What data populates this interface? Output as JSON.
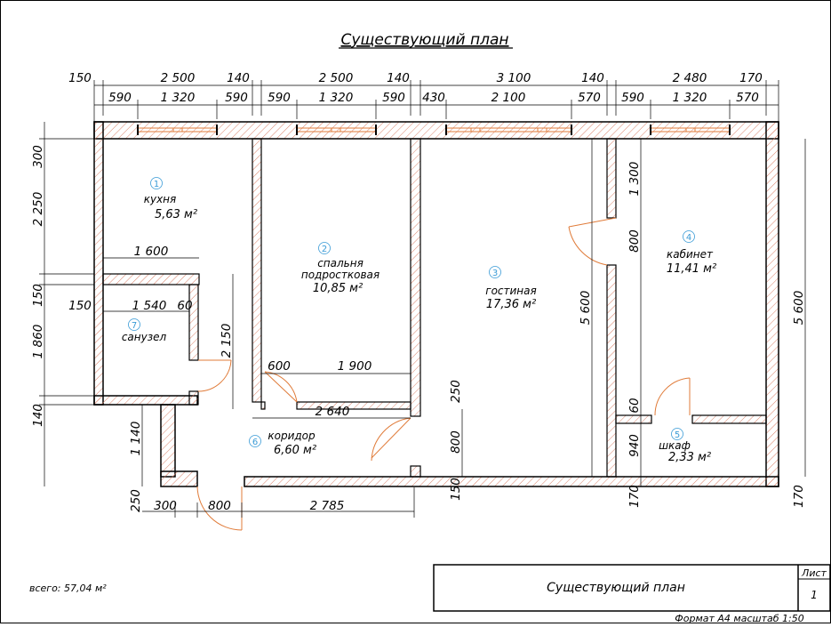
{
  "title": "Существующий план",
  "total_area": "всего: 57,04 м²",
  "stamp": {
    "title": "Существующий план",
    "sheet_label": "Лист",
    "sheet_number": "1",
    "footer": "Формат А4 масштаб 1:50"
  },
  "rooms": [
    {
      "number": "1",
      "name": "кухня",
      "area": "5,63 м²"
    },
    {
      "number": "2",
      "name": "спальня",
      "name2": "подростковая",
      "area": "10,85 м²"
    },
    {
      "number": "3",
      "name": "гостиная",
      "area": "17,36 м²"
    },
    {
      "number": "4",
      "name": "кабинет",
      "area": "11,41 м²"
    },
    {
      "number": "5",
      "name": "шкаф",
      "area": "2,33 м²"
    },
    {
      "number": "6",
      "name": "коридор",
      "area": "6,60 м²"
    },
    {
      "number": "7",
      "name": "санузел",
      "area": ""
    }
  ],
  "dims": {
    "top": [
      "150",
      "2 500",
      "140",
      "2 500",
      "140",
      "3 100",
      "140",
      "2 480",
      "170"
    ],
    "top2": [
      "590",
      "1 320",
      "590",
      "590",
      "1 320",
      "590",
      "430",
      "2 100",
      "570",
      "590",
      "1 320",
      "570"
    ],
    "left": [
      "300",
      "2 250",
      "150",
      "1 860",
      "140",
      "1 140",
      "250"
    ],
    "inner": {
      "kitchen_width": "1 600",
      "bath_w1": "150",
      "bath_w2": "1 540",
      "bath_w3": "60",
      "bath_height": "2 150",
      "bed_door": "600",
      "bed_width": "1 900",
      "corr_width": "2 640",
      "living_height": "5 600",
      "living_door_a": "250",
      "living_door_b": "800",
      "living_door_c": "150",
      "cab_a": "1 300",
      "cab_b": "800",
      "cab_c": "60",
      "cab_d": "940",
      "cab_e": "170",
      "right_height": "5 600",
      "right_bottom": "170"
    },
    "bottom": [
      "300",
      "800",
      "2 785"
    ]
  },
  "colors": {
    "wall_outline": "#000000",
    "hatch": "#d9826a",
    "door": "#e07b39",
    "room_number": "#3a9bd6"
  }
}
